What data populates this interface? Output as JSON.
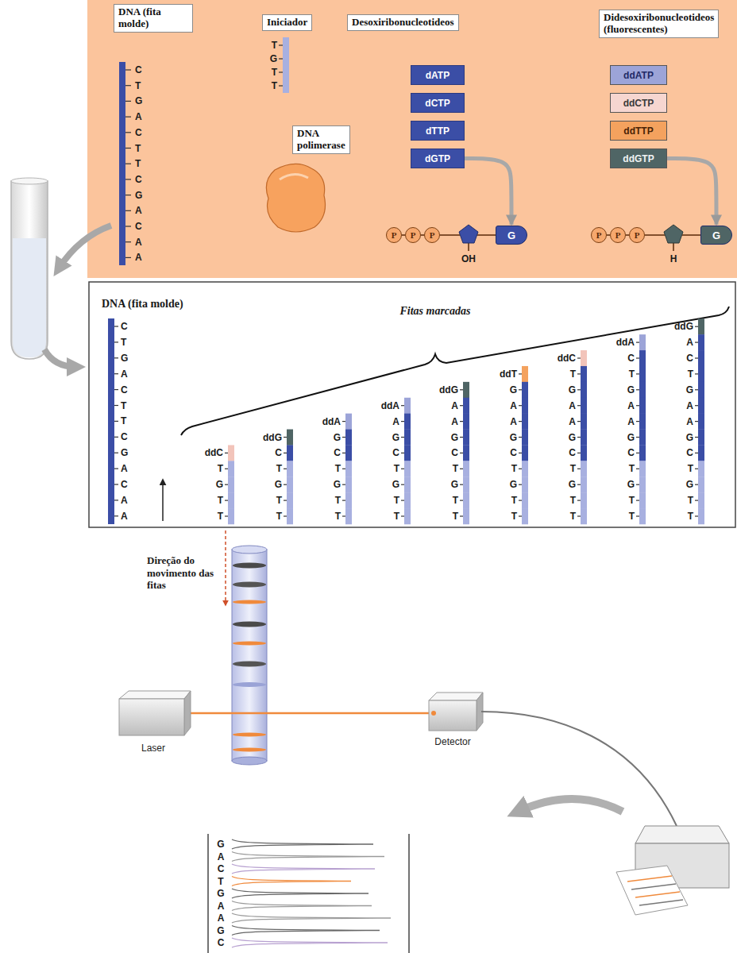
{
  "diagram": {
    "nodes": [
      {
        "text": [
          "DNA (fita molde)"
        ]
      },
      {
        "text": [
          "Iniciador"
        ]
      },
      {
        "text": [
          "Desoxiribonucleotideos"
        ]
      },
      {
        "text": [
          "Didesoxiribonucleotideos (fluorescentes)"
        ]
      },
      {
        "text": [
          "DNA polimerase"
        ]
      },
      {
        "text": [
          "dATP"
        ]
      },
      {
        "text": [
          "dCTP"
        ]
      },
      {
        "text": [
          "dTTP"
        ]
      },
      {
        "text": [
          "dGTP"
        ]
      },
      {
        "text": [
          "ddATP"
        ]
      },
      {
        "text": [
          "ddCTP"
        ]
      },
      {
        "text": [
          "ddTTP"
        ]
      },
      {
        "text": [
          "ddGTP"
        ]
      },
      {
        "text": [
          "P"
        ]
      },
      {
        "text": [
          "P"
        ]
      },
      {
        "text": [
          "P"
        ]
      },
      {
        "text": [
          "G"
        ]
      },
      {
        "text": [
          "P"
        ]
      },
      {
        "text": [
          "P"
        ]
      },
      {
        "text": [
          "P"
        ]
      },
      {
        "text": [
          "G"
        ]
      },
      {
        "text": [
          "Laser"
        ]
      },
      {
        "text": [
          "Detector"
        ]
      }
    ],
    "edges": [
      {
        "from": 8,
        "to": 16,
        "arrow": "to"
      },
      {
        "from": 12,
        "to": 20,
        "arrow": "to"
      }
    ],
    "labels": [
      "C",
      "T",
      "G",
      "A",
      "C",
      "T",
      "T",
      "C",
      "G",
      "A",
      "C",
      "A",
      "A",
      "T",
      "G",
      "T",
      "T",
      "OH",
      "H",
      "DNA (fita molde)",
      "Fitas marcadas",
      "C",
      "T",
      "G",
      "A",
      "C",
      "T",
      "T",
      "C",
      "G",
      "A",
      "C",
      "A",
      "A",
      "ddC",
      "T",
      "G",
      "T",
      "T",
      "ddG",
      "C",
      "T",
      "G",
      "T",
      "T",
      "ddA",
      "G",
      "C",
      "T",
      "G",
      "T",
      "T",
      "ddA",
      "A",
      "G",
      "C",
      "T",
      "G",
      "T",
      "T",
      "ddG",
      "A",
      "A",
      "G",
      "C",
      "T",
      "G",
      "T",
      "T",
      "ddT",
      "G",
      "A",
      "A",
      "G",
      "C",
      "T",
      "G",
      "T",
      "T",
      "ddC",
      "T",
      "G",
      "A",
      "A",
      "G",
      "C",
      "T",
      "G",
      "T",
      "T",
      "ddA",
      "C",
      "T",
      "G",
      "A",
      "A",
      "G",
      "C",
      "T",
      "G",
      "T",
      "T",
      "ddG",
      "A",
      "C",
      "T",
      "G",
      "A",
      "A",
      "G",
      "C",
      "T",
      "G",
      "T",
      "T",
      "Direção do movimento das fitas",
      "G",
      "A",
      "C",
      "T",
      "G",
      "A",
      "A",
      "G",
      "C"
    ]
  }
}
